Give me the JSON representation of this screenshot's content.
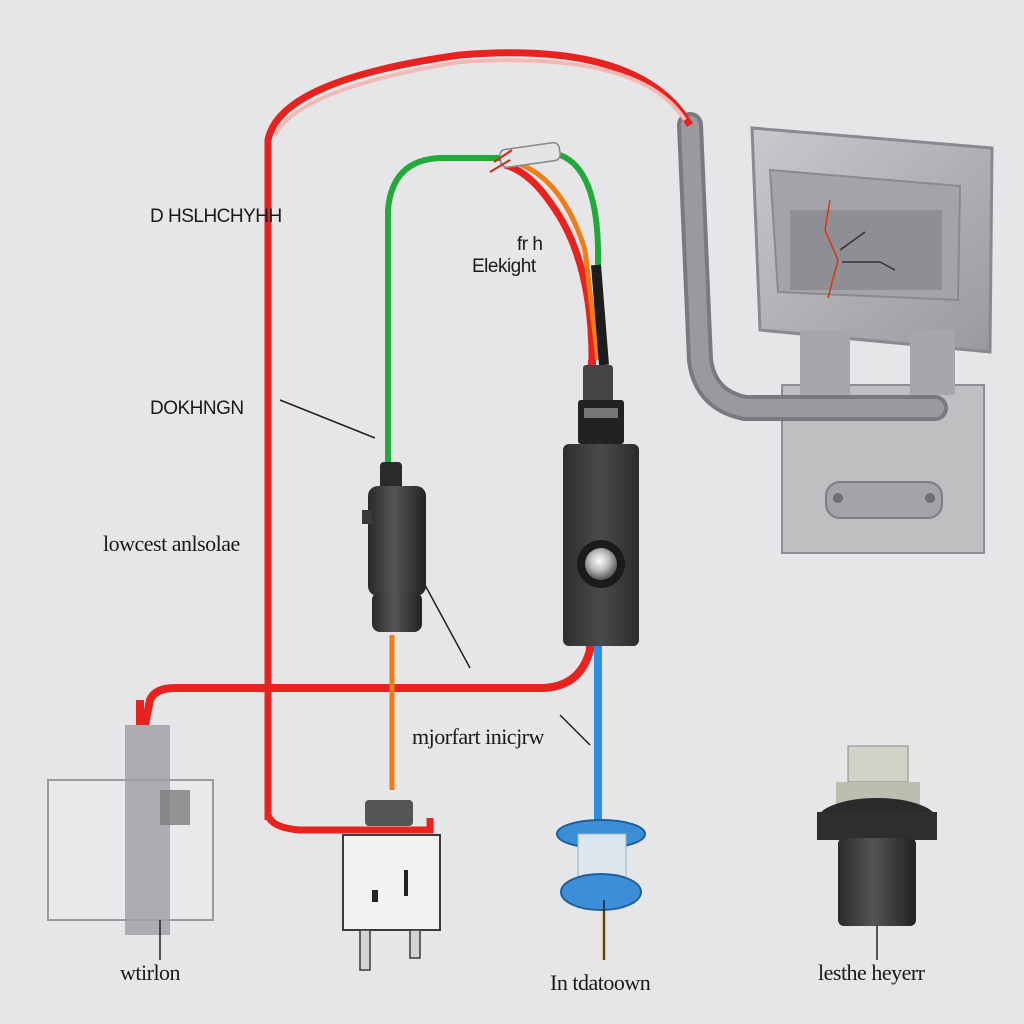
{
  "labels": {
    "top_left": "D HSLHCHYHH",
    "top_center_line1": "fr h",
    "top_center_line2": "Elekight",
    "middle_left": "DOKHNGN",
    "lower_left": "lowcest anlsolae",
    "lower_center": "mjorfart inicjrw",
    "bottom_left": "wtirlon",
    "bottom_center": "In tdatoown",
    "bottom_right": "lesthe heyerr"
  },
  "colors": {
    "background": "#e6e6e8",
    "wire_red": "#e8231f",
    "wire_green": "#1faa3a",
    "wire_orange": "#f07d16",
    "wire_blue": "#2f8de4",
    "component_dark": "#3a3a3c",
    "bracket_gray": "#a9a9ad"
  }
}
